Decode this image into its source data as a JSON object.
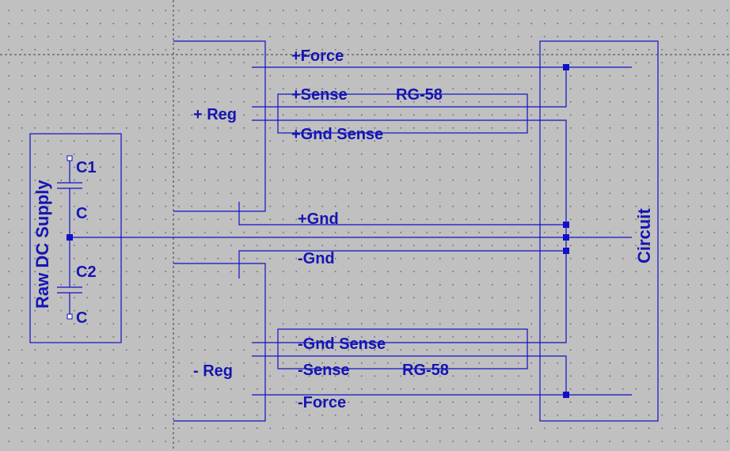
{
  "labels": {
    "plus_force": "+Force",
    "plus_sense": "+Sense",
    "rg58_top": "RG-58",
    "plus_gnd_sense": "+Gnd Sense",
    "plus_reg": "+ Reg",
    "plus_gnd": "+Gnd",
    "minus_gnd": "-Gnd",
    "minus_gnd_sense": "-Gnd Sense",
    "minus_sense": "-Sense",
    "rg58_bottom": "RG-58",
    "minus_reg": "- Reg",
    "minus_force": "-Force",
    "circuit": "Circuit",
    "raw_dc_supply": "Raw DC Supply",
    "c1_ref": "C1",
    "c1_val": "C",
    "c2_ref": "C2",
    "c2_val": "C"
  },
  "colors": {
    "wire": "#1010c8",
    "text": "#1515b4",
    "background": "#c0c0c0"
  }
}
